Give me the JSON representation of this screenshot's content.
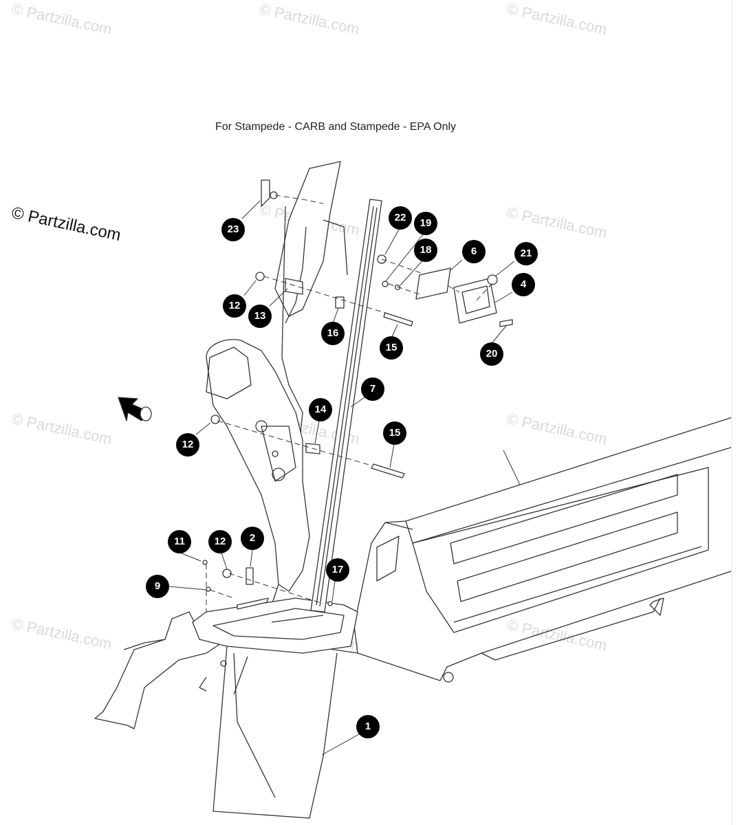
{
  "caption": "For Stampede - CARB and Stampede - EPA Only",
  "watermark": "© Partzilla.com",
  "brand_watermark": "© Partzilla.com",
  "callouts": [
    "1",
    "2",
    "4",
    "6",
    "7",
    "9",
    "11",
    "12",
    "12",
    "12",
    "13",
    "14",
    "15",
    "15",
    "16",
    "17",
    "18",
    "19",
    "20",
    "21",
    "22",
    "23"
  ]
}
